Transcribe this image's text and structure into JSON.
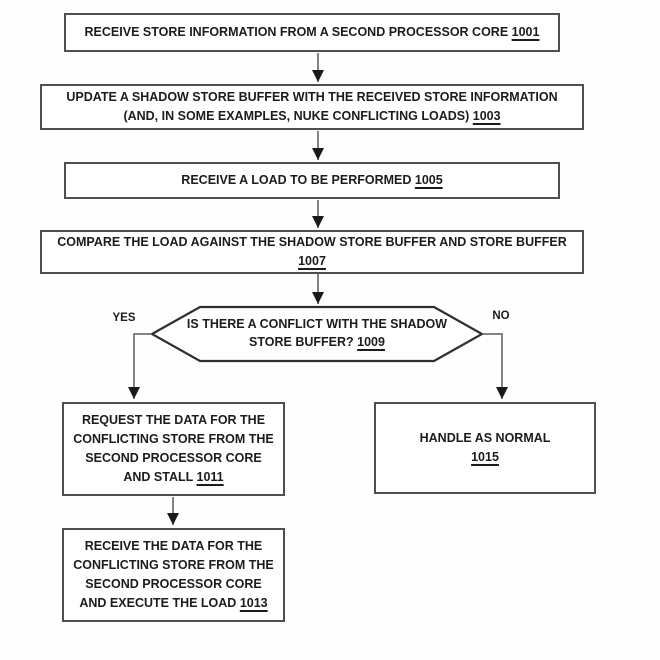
{
  "figure": {
    "type": "flowchart",
    "colors": {
      "background": "#ffffff",
      "box_border": "#4f4f4f",
      "connector_line": "#5a5a5a",
      "arrowhead": "#1a1a1a",
      "text": "#1c1c1c"
    },
    "nodes": {
      "n1001": {
        "shape": "rect",
        "label": "RECEIVE STORE INFORMATION FROM A SECOND PROCESSOR CORE ",
        "ref": "1001"
      },
      "n1003": {
        "shape": "rect",
        "label": "UPDATE A SHADOW STORE BUFFER WITH THE RECEIVED STORE INFORMATION\n(AND, IN SOME EXAMPLES, NUKE CONFLICTING LOADS) ",
        "ref": "1003"
      },
      "n1005": {
        "shape": "rect",
        "label": "RECEIVE A LOAD TO BE PERFORMED ",
        "ref": "1005"
      },
      "n1007": {
        "shape": "rect",
        "label": "COMPARE THE LOAD AGAINST THE SHADOW STORE BUFFER AND STORE BUFFER\n",
        "ref": "1007"
      },
      "n1009": {
        "shape": "decision",
        "label": "IS THERE A CONFLICT WITH THE SHADOW\nSTORE BUFFER? ",
        "ref": "1009"
      },
      "n1011": {
        "shape": "rect",
        "label": "REQUEST THE DATA FOR THE\nCONFLICTING STORE FROM THE\nSECOND PROCESSOR CORE\nAND STALL ",
        "ref": "1011"
      },
      "n1013": {
        "shape": "rect",
        "label": "RECEIVE THE DATA FOR THE\nCONFLICTING STORE FROM THE\nSECOND PROCESSOR CORE\nAND EXECUTE THE LOAD ",
        "ref": "1013"
      },
      "n1015": {
        "shape": "rect",
        "label": "HANDLE AS NORMAL\n",
        "ref": "1015"
      }
    },
    "branches": {
      "yes": "YES",
      "no": "NO"
    },
    "edges": [
      {
        "from": "n1001",
        "to": "n1003"
      },
      {
        "from": "n1003",
        "to": "n1005"
      },
      {
        "from": "n1005",
        "to": "n1007"
      },
      {
        "from": "n1007",
        "to": "n1009"
      },
      {
        "from": "n1009",
        "to": "n1011",
        "label": "YES"
      },
      {
        "from": "n1009",
        "to": "n1015",
        "label": "NO"
      },
      {
        "from": "n1011",
        "to": "n1013"
      }
    ]
  }
}
